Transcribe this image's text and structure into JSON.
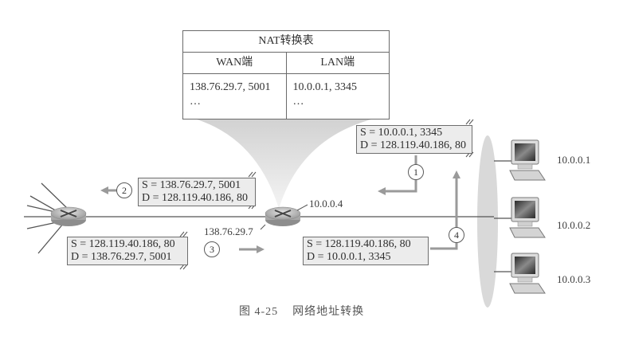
{
  "nat_table": {
    "title": "NAT转换表",
    "headers": {
      "wan": "WAN端",
      "lan": "LAN端"
    },
    "rows": [
      {
        "wan": "138.76.29.7, 5001",
        "lan": "10.0.0.1, 3345"
      },
      {
        "wan": "…",
        "lan": "…"
      }
    ]
  },
  "packets": [
    {
      "step": "1",
      "src": "S = 10.0.0.1, 3345",
      "dst": "D = 128.119.40.186, 80"
    },
    {
      "step": "2",
      "src": "S = 138.76.29.7, 5001",
      "dst": "D = 128.119.40.186, 80"
    },
    {
      "step": "3",
      "src": "S = 128.119.40.186, 80",
      "dst": "D = 138.76.29.7, 5001"
    },
    {
      "step": "4",
      "src": "S = 128.119.40.186, 80",
      "dst": "D = 10.0.0.1, 3345"
    }
  ],
  "router": {
    "wan_ip": "138.76.29.7",
    "lan_ip": "10.0.0.4"
  },
  "hosts": [
    {
      "ip": "10.0.0.1"
    },
    {
      "ip": "10.0.0.2"
    },
    {
      "ip": "10.0.0.3"
    }
  ],
  "caption": {
    "figure": "图 4-25",
    "title": "网络地址转换"
  },
  "colors": {
    "line": "#555555",
    "packet_bg": "#ececec",
    "arrow": "#9a9a9a",
    "lan_ellipse": "#d9d9d9"
  }
}
